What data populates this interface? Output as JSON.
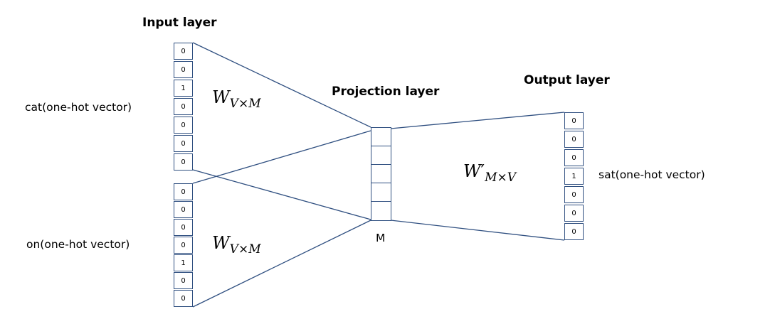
{
  "titles": {
    "input": "Input layer",
    "projection": "Projection layer",
    "output": "Output layer"
  },
  "vectors": {
    "input_top": {
      "label": "cat(one-hot vector)",
      "cells": [
        "0",
        "0",
        "1",
        "0",
        "0",
        "0",
        "0"
      ]
    },
    "input_bottom": {
      "label": "on(one-hot vector)",
      "cells": [
        "0",
        "0",
        "0",
        "0",
        "1",
        "0",
        "0"
      ]
    },
    "output": {
      "label": "sat(one-hot vector)",
      "cells": [
        "0",
        "0",
        "0",
        "1",
        "0",
        "0",
        "0"
      ]
    }
  },
  "projection": {
    "cell_count": 5,
    "size_label": "M"
  },
  "weights": {
    "input_top": {
      "base": "W",
      "sub": "V×M"
    },
    "input_bottom": {
      "base": "W",
      "sub": "V×M"
    },
    "output": {
      "base": "W",
      "prime": "′",
      "sub": "M×V"
    }
  }
}
